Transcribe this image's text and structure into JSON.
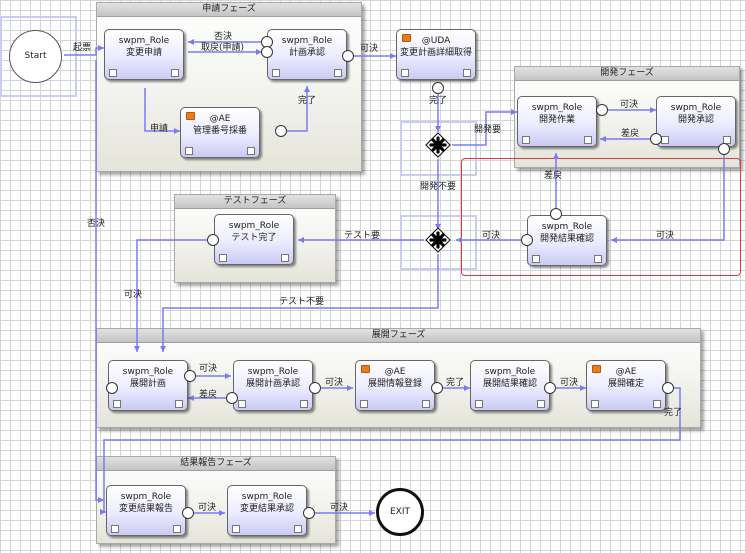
{
  "colors": {
    "connector": "#7b7bf0",
    "selection": "#e43a3a",
    "ae_badge": "#f07a18"
  },
  "phases": {
    "apply": "申請フェーズ",
    "dev": "開発フェーズ",
    "test": "テストフェーズ",
    "deploy": "展開フェーズ",
    "report": "結果報告フェーズ"
  },
  "nodes": {
    "change_request": {
      "role": "swpm_Role",
      "name": "変更申請"
    },
    "plan_approval": {
      "role": "swpm_Role",
      "name": "計画承認"
    },
    "uda_detail": {
      "role": "@UDA",
      "name": "変更計画詳細取得"
    },
    "mgmt_number": {
      "role": "@AE",
      "name": "管理番号採番"
    },
    "dev_work": {
      "role": "swpm_Role",
      "name": "開発作業"
    },
    "dev_approval": {
      "role": "swpm_Role",
      "name": "開発承認"
    },
    "dev_result_check": {
      "role": "swpm_Role",
      "name": "開発結果確認"
    },
    "test_complete": {
      "role": "swpm_Role",
      "name": "テスト完了"
    },
    "deploy_plan": {
      "role": "swpm_Role",
      "name": "展開計画"
    },
    "deploy_plan_approval": {
      "role": "swpm_Role",
      "name": "展開計画承認"
    },
    "deploy_info_register": {
      "role": "@AE",
      "name": "展開情報登録"
    },
    "deploy_result_check": {
      "role": "swpm_Role",
      "name": "展開結果確認"
    },
    "deploy_confirm": {
      "role": "@AE",
      "name": "展開確定"
    },
    "change_result_report": {
      "role": "swpm_Role",
      "name": "変更結果報告"
    },
    "change_result_approval": {
      "role": "swpm_Role",
      "name": "変更結果承認"
    }
  },
  "start_label": "Start",
  "exit_label": "EXIT",
  "edge_labels": {
    "submit": "起票",
    "reject_top": "否決",
    "return_request": "取戻(申請)",
    "approve_plan": "可決",
    "apply_number": "申請",
    "done_number": "完了",
    "done_uda": "完了",
    "dev_needed": "開発要",
    "dev_not_needed": "開発不要",
    "approve_dev": "可決",
    "reverse_dev": "差戻",
    "reverse_check": "差戻",
    "approve_to_check": "可決",
    "approve_check": "可決",
    "test_needed": "テスト要",
    "test_not_needed": "テスト不要",
    "reject_left": "否決",
    "approve_test": "可決",
    "approve_dp": "可決",
    "reverse_dp": "差戻",
    "approve_dpa": "可決",
    "done_dir": "完了",
    "approve_drc": "可決",
    "done_dc": "完了",
    "approve_crr": "可決",
    "approve_cra": "可決"
  }
}
